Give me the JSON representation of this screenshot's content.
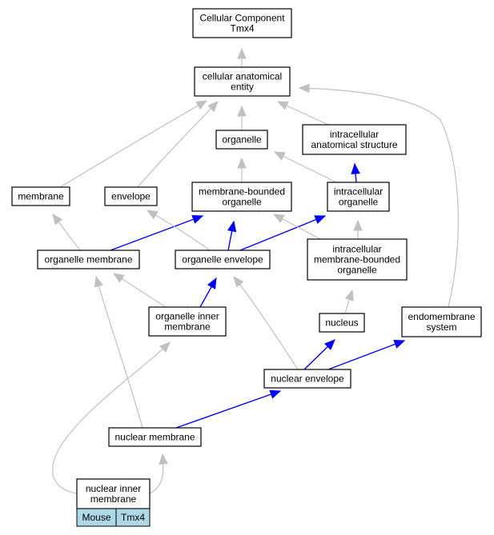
{
  "colors": {
    "is_a_edge": "#c0c0c0",
    "part_of_edge": "#0000ff",
    "node_border": "#000000",
    "node_fill": "#ffffff",
    "annotation_fill": "#add8e6"
  },
  "nodes": [
    {
      "id": "cellular-component",
      "lines": [
        "Cellular Component",
        "Tmx4"
      ]
    },
    {
      "id": "cellular-anatomical-entity",
      "lines": [
        "cellular anatomical",
        "entity"
      ]
    },
    {
      "id": "organelle",
      "lines": [
        "organelle"
      ]
    },
    {
      "id": "intracellular-anatomical-structure",
      "lines": [
        "intracellular",
        "anatomical structure"
      ]
    },
    {
      "id": "membrane",
      "lines": [
        "membrane"
      ]
    },
    {
      "id": "envelope",
      "lines": [
        "envelope"
      ]
    },
    {
      "id": "membrane-bounded-organelle",
      "lines": [
        "membrane-bounded",
        "organelle"
      ]
    },
    {
      "id": "intracellular-organelle",
      "lines": [
        "intracellular",
        "organelle"
      ]
    },
    {
      "id": "organelle-membrane",
      "lines": [
        "organelle membrane"
      ]
    },
    {
      "id": "organelle-envelope",
      "lines": [
        "organelle envelope"
      ]
    },
    {
      "id": "intracellular-membrane-bounded-organelle",
      "lines": [
        "intracellular",
        "membrane-bounded",
        "organelle"
      ]
    },
    {
      "id": "organelle-inner-membrane",
      "lines": [
        "organelle inner",
        "membrane"
      ]
    },
    {
      "id": "nucleus",
      "lines": [
        "nucleus"
      ]
    },
    {
      "id": "endomembrane-system",
      "lines": [
        "endomembrane",
        "system"
      ]
    },
    {
      "id": "nuclear-envelope",
      "lines": [
        "nuclear envelope"
      ]
    },
    {
      "id": "nuclear-membrane",
      "lines": [
        "nuclear membrane"
      ]
    },
    {
      "id": "nuclear-inner-membrane",
      "lines": [
        "nuclear inner",
        "membrane"
      ]
    }
  ],
  "annotation": {
    "organism": "Mouse",
    "gene": "Tmx4"
  },
  "edges": [
    {
      "from": "cellular-anatomical-entity",
      "to": "cellular-component",
      "type": "is_a"
    },
    {
      "from": "organelle",
      "to": "cellular-anatomical-entity",
      "type": "is_a"
    },
    {
      "from": "intracellular-anatomical-structure",
      "to": "cellular-anatomical-entity",
      "type": "is_a"
    },
    {
      "from": "membrane",
      "to": "cellular-anatomical-entity",
      "type": "is_a"
    },
    {
      "from": "envelope",
      "to": "cellular-anatomical-entity",
      "type": "is_a"
    },
    {
      "from": "endomembrane-system",
      "to": "cellular-anatomical-entity",
      "type": "is_a"
    },
    {
      "from": "membrane-bounded-organelle",
      "to": "organelle",
      "type": "is_a"
    },
    {
      "from": "intracellular-organelle",
      "to": "organelle",
      "type": "is_a"
    },
    {
      "from": "intracellular-organelle",
      "to": "intracellular-anatomical-structure",
      "type": "part_of"
    },
    {
      "from": "organelle-membrane",
      "to": "membrane",
      "type": "is_a"
    },
    {
      "from": "organelle-membrane",
      "to": "membrane-bounded-organelle",
      "type": "part_of"
    },
    {
      "from": "organelle-envelope",
      "to": "envelope",
      "type": "is_a"
    },
    {
      "from": "organelle-envelope",
      "to": "membrane-bounded-organelle",
      "type": "part_of"
    },
    {
      "from": "organelle-envelope",
      "to": "intracellular-organelle",
      "type": "part_of"
    },
    {
      "from": "intracellular-membrane-bounded-organelle",
      "to": "membrane-bounded-organelle",
      "type": "is_a"
    },
    {
      "from": "intracellular-membrane-bounded-organelle",
      "to": "intracellular-organelle",
      "type": "is_a"
    },
    {
      "from": "organelle-inner-membrane",
      "to": "organelle-membrane",
      "type": "is_a"
    },
    {
      "from": "organelle-inner-membrane",
      "to": "organelle-envelope",
      "type": "part_of"
    },
    {
      "from": "nucleus",
      "to": "intracellular-membrane-bounded-organelle",
      "type": "is_a"
    },
    {
      "from": "nuclear-envelope",
      "to": "organelle-envelope",
      "type": "is_a"
    },
    {
      "from": "nuclear-envelope",
      "to": "nucleus",
      "type": "part_of"
    },
    {
      "from": "nuclear-envelope",
      "to": "endomembrane-system",
      "type": "part_of"
    },
    {
      "from": "nuclear-membrane",
      "to": "organelle-membrane",
      "type": "is_a"
    },
    {
      "from": "nuclear-membrane",
      "to": "nuclear-envelope",
      "type": "part_of"
    },
    {
      "from": "nuclear-inner-membrane",
      "to": "organelle-inner-membrane",
      "type": "is_a"
    },
    {
      "from": "nuclear-inner-membrane",
      "to": "nuclear-membrane",
      "type": "is_a"
    }
  ]
}
